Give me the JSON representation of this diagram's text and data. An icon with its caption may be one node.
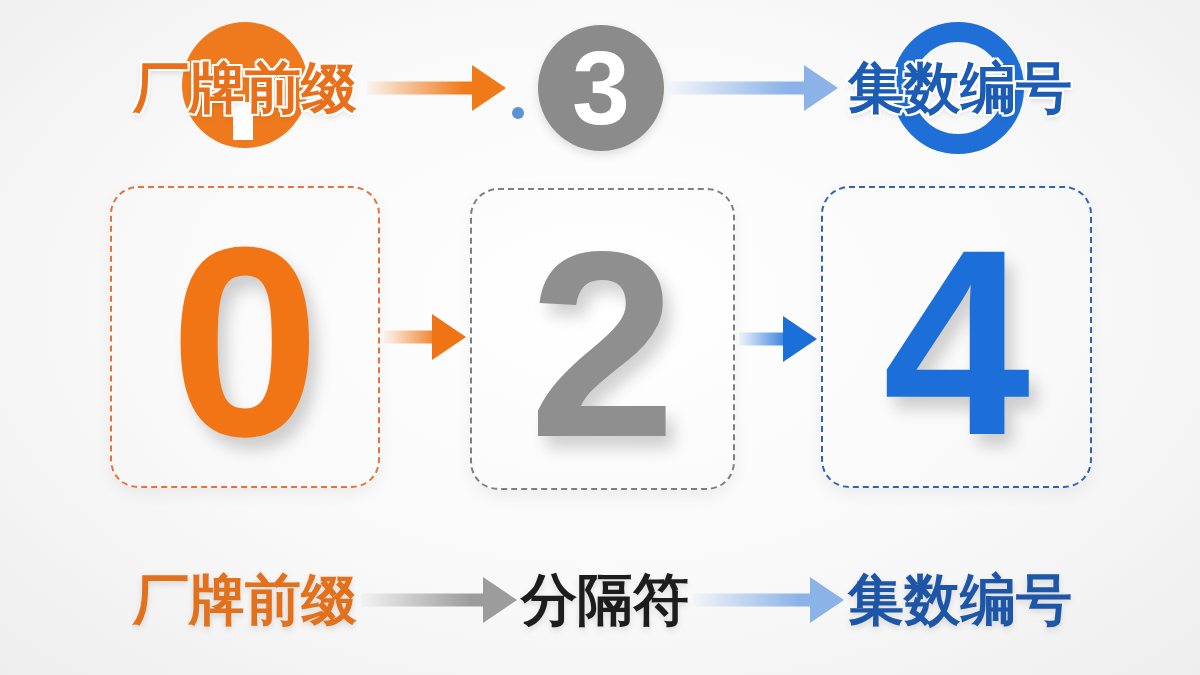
{
  "diagram": {
    "nodes": [
      {
        "text": [
          "厂牌前缀"
        ]
      },
      {
        "text": [
          "3"
        ]
      },
      {
        "text": [
          "集数编号"
        ]
      },
      {
        "text": [
          "0"
        ]
      },
      {
        "text": [
          "2"
        ]
      },
      {
        "text": [
          "4"
        ]
      },
      {
        "text": [
          "厂牌前缀"
        ]
      },
      {
        "text": [
          "分隔符"
        ]
      },
      {
        "text": [
          "集数编号"
        ]
      }
    ],
    "edges": [
      {
        "from": 0,
        "to": 1,
        "arrow": "to",
        "color": "#f07a1a"
      },
      {
        "from": 1,
        "to": 2,
        "arrow": "to",
        "color": "#8cb3e8"
      },
      {
        "from": 3,
        "to": 4,
        "arrow": "to",
        "color": "#f07414"
      },
      {
        "from": 4,
        "to": 5,
        "arrow": "to",
        "color": "#1a6fd8"
      },
      {
        "from": 6,
        "to": 7,
        "arrow": "to",
        "color": "#9c9c9c"
      },
      {
        "from": 7,
        "to": 8,
        "arrow": "to",
        "color": "#8cb3e8"
      }
    ]
  }
}
